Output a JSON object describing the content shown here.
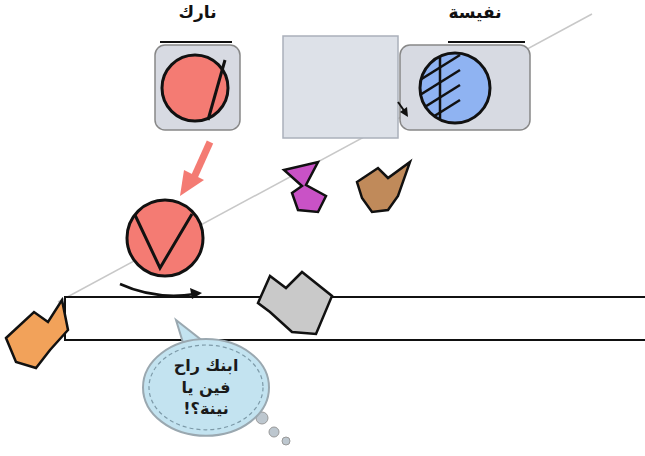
{
  "diagram": {
    "nodes": [
      {
        "text": [
          "نارك"
        ]
      },
      {
        "text": [
          "نفيسة"
        ]
      },
      {
        "text": [
          "ابنك راح فين يا نينة؟!"
        ]
      }
    ]
  }
}
